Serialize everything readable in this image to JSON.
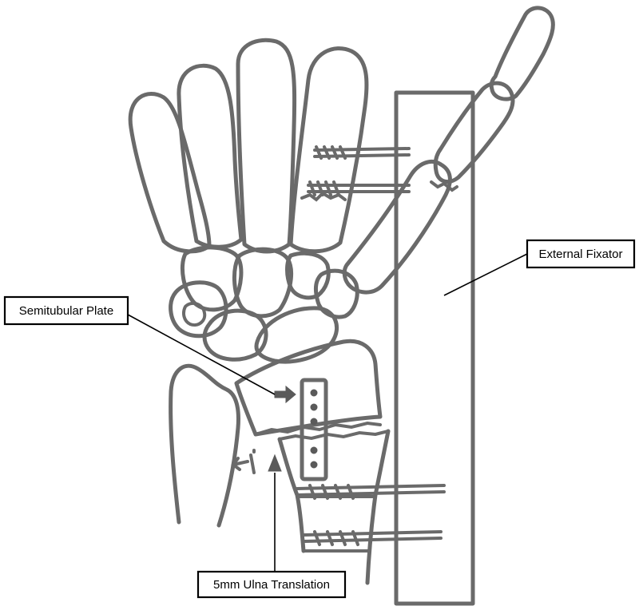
{
  "labels": {
    "semitubular_plate": "Semitubular Plate",
    "external_fixator": "External Fixator",
    "ulna_translation": "5mm Ulna Translation"
  },
  "colors": {
    "bone_stroke": "#6a6a6a",
    "label_border": "#000000",
    "background": "#ffffff"
  }
}
